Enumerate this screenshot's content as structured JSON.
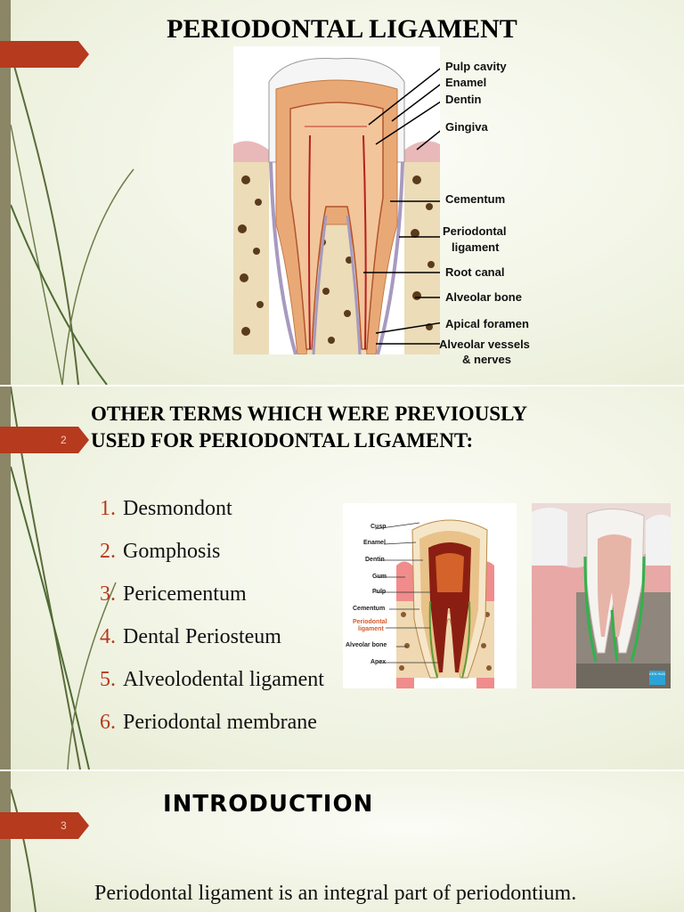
{
  "slide1": {
    "title": "PERIODONTAL LIGAMENT",
    "labels": {
      "pulp_cavity": "Pulp cavity",
      "enamel": "Enamel",
      "dentin": "Dentin",
      "gingiva": "Gingiva",
      "cementum": "Cementum",
      "periodontal_ligament_1": "Periodontal",
      "periodontal_ligament_2": "ligament",
      "root_canal": "Root canal",
      "alveolar_bone": "Alveolar bone",
      "apical_foramen": "Apical foramen",
      "alveolar_vessels_1": "Alveolar vessels",
      "alveolar_vessels_2": "& nerves"
    }
  },
  "slide2": {
    "slide_number": "2",
    "title_line1": "OTHER TERMS WHICH WERE PREVIOUSLY",
    "title_line2": "USED FOR PERIODONTAL LIGAMENT:",
    "terms": [
      {
        "num": "1.",
        "text": "Desmondont"
      },
      {
        "num": "2.",
        "text": "Gomphosis"
      },
      {
        "num": "3.",
        "text": "Pericementum"
      },
      {
        "num": "4.",
        "text": "Dental Periosteum"
      },
      {
        "num": "5.",
        "text": "Alveolodental ligament"
      },
      {
        "num": "6.",
        "text": "Periodontal membrane"
      }
    ],
    "figure_labels": {
      "cusp": "Cusp",
      "enamel": "Enamel",
      "dentin": "Dentin",
      "gum": "Gum",
      "pulp": "Pulp",
      "cementum": "Cementum",
      "pdl_1": "Periodontal",
      "pdl_2": "ligament",
      "alveolar_bone": "Alveolar bone",
      "apex": "Apex"
    },
    "badge": "KEN HUB"
  },
  "slide3": {
    "slide_number": "3",
    "title": "INTRODUCTION",
    "bullet_glyph": "",
    "bullet_text": "Periodontal ligament is an integral part of periodontium."
  }
}
